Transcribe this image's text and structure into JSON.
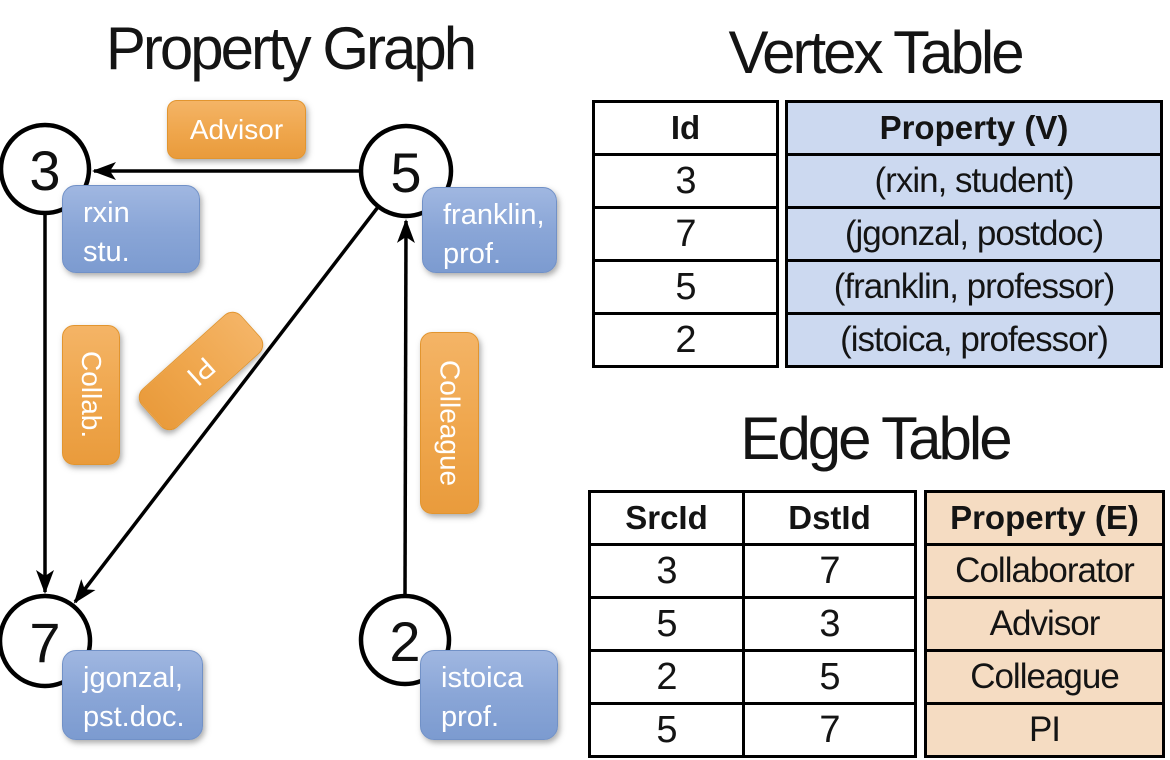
{
  "graph": {
    "title": "Property Graph",
    "nodes": [
      {
        "id": "3",
        "property": [
          "rxin",
          "stu."
        ]
      },
      {
        "id": "5",
        "property": [
          "franklin,",
          "prof."
        ]
      },
      {
        "id": "7",
        "property": [
          "jgonzal,",
          "pst.doc."
        ]
      },
      {
        "id": "2",
        "property": [
          "istoica",
          "prof."
        ]
      }
    ],
    "edges": [
      {
        "src": "5",
        "dst": "3",
        "label": "Advisor"
      },
      {
        "src": "3",
        "dst": "7",
        "label": "Collab."
      },
      {
        "src": "5",
        "dst": "7",
        "label": "PI"
      },
      {
        "src": "2",
        "dst": "5",
        "label": "Colleague"
      }
    ]
  },
  "vertex_table": {
    "title": "Vertex Table",
    "columns": [
      "Id",
      "Property (V)"
    ],
    "rows": [
      [
        "3",
        "(rxin, student)"
      ],
      [
        "7",
        "(jgonzal, postdoc)"
      ],
      [
        "5",
        "(franklin, professor)"
      ],
      [
        "2",
        "(istoica, professor)"
      ]
    ]
  },
  "edge_table": {
    "title": "Edge Table",
    "columns": [
      "SrcId",
      "DstId",
      "Property (E)"
    ],
    "rows": [
      [
        "3",
        "7",
        "Collaborator"
      ],
      [
        "5",
        "3",
        "Advisor"
      ],
      [
        "2",
        "5",
        "Colleague"
      ],
      [
        "5",
        "7",
        "PI"
      ]
    ]
  },
  "colors": {
    "edge_label_fill": "#EFA64C",
    "vertex_label_fill": "#8AA6D7",
    "vertex_property_cell_fill": "#CCD9F0",
    "edge_property_cell_fill": "#F5DCC2",
    "table_border": "#000000",
    "pill_text": "#FFFFFF"
  }
}
